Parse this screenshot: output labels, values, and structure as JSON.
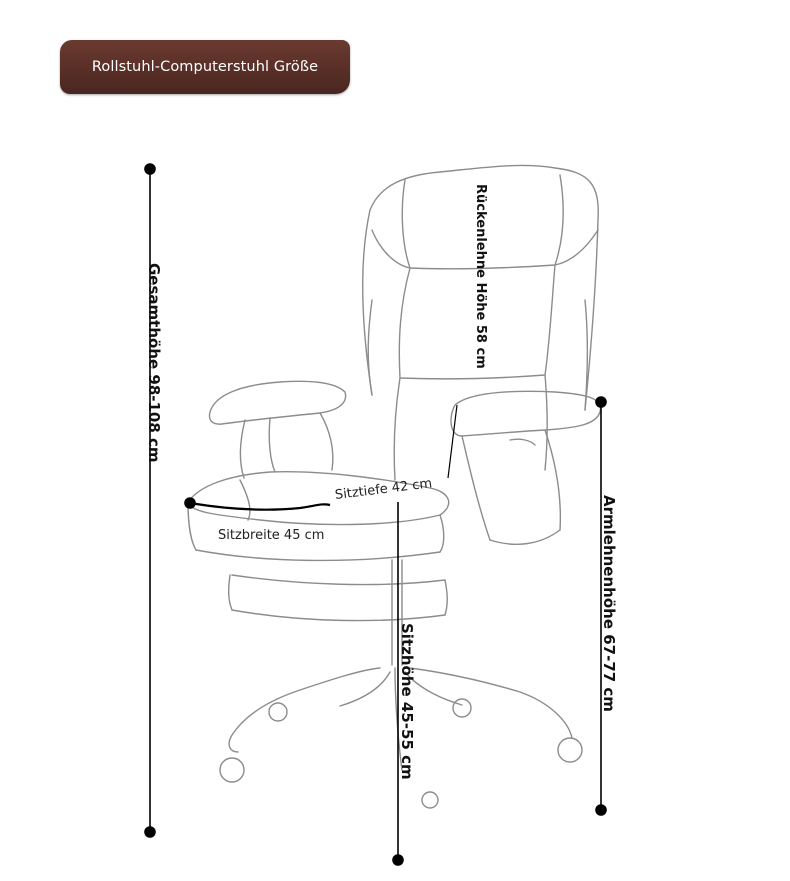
{
  "title": "Rollstuhl-Computerstuhl Größe",
  "colors": {
    "badge": "#6a3a30",
    "badge_dark": "#4a2620",
    "line": "#000000",
    "sketch": "#8a8a8a"
  },
  "labels": {
    "overall_height": "Gesamthöhe 98-108 cm",
    "backrest_height": "Rückenlehne Höhe 58 cm",
    "seat_depth": "Sitztiefe 42 cm",
    "seat_width": "Sitzbreite 45 cm",
    "seat_height": "Sitzhöhe 45-55 cm",
    "armrest_height": "Armlehnenhöhe 67-77 cm"
  },
  "illustration": {
    "subject": "chair-outline-icon"
  }
}
